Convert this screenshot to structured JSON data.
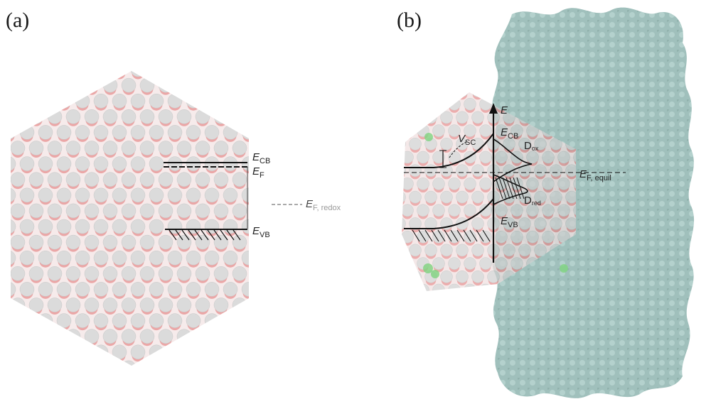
{
  "panels": [
    {
      "label": "(a)",
      "energy_levels": {
        "cb": {
          "symbol": "E",
          "subscript": "CB"
        },
        "f": {
          "symbol": "E",
          "subscript": "F"
        },
        "vb": {
          "symbol": "E",
          "subscript": "VB"
        },
        "f_redox": {
          "symbol": "E",
          "subscript": "F, redox"
        }
      }
    },
    {
      "label": "(b)",
      "energy_levels": {
        "axis": {
          "symbol": "E"
        },
        "cb": {
          "symbol": "E",
          "subscript": "CB"
        },
        "vb": {
          "symbol": "E",
          "subscript": "VB"
        },
        "f_equil": {
          "symbol": "E",
          "subscript": "F, equil"
        },
        "vsc": {
          "symbol": "V",
          "subscript": "SC"
        },
        "d_ox": "D",
        "d_ox_sub": "ox",
        "d_red": "D",
        "d_red_sub": "red"
      }
    }
  ],
  "colors": {
    "atom_red": "#e48a8a",
    "atom_grey": "#cfcfcf",
    "solvent": "#8fb5b0",
    "green_atoms": "#7fd47f",
    "line": "#111111"
  }
}
